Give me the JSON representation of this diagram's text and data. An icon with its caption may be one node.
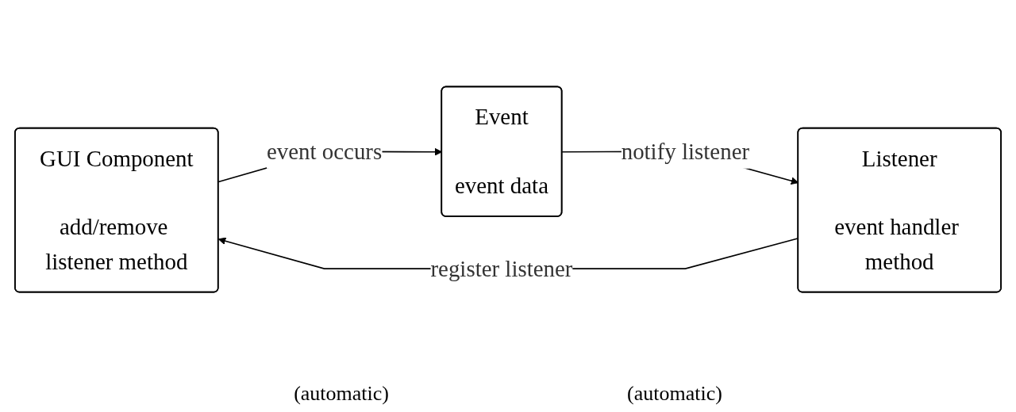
{
  "diagram": {
    "nodes": [
      {
        "text": [
          "GUI Component",
          "add/remove listener method"
        ]
      },
      {
        "text": [
          "Listener",
          "event handler method"
        ]
      },
      {
        "text": [
          "Event",
          "event data"
        ]
      }
    ],
    "edges": [
      {
        "from": 1,
        "to": 0,
        "arrow": "to",
        "label": "register listener"
      },
      {
        "from": 0,
        "to": 2,
        "arrow": "to",
        "label": "event occurs"
      },
      {
        "from": 2,
        "to": 1,
        "arrow": "to",
        "label": "notify listener"
      }
    ],
    "labels": [
      "(automatic)",
      "(automatic)"
    ]
  }
}
